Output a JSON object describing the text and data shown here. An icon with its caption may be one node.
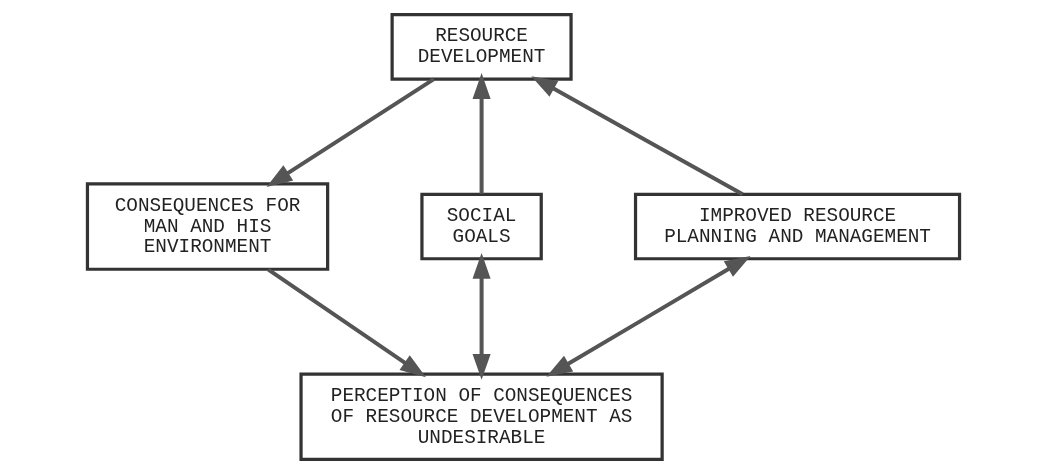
{
  "diagram": {
    "nodes": [
      {
        "text": [
          "RESOURCE DEVELOPMENT"
        ]
      },
      {
        "text": [
          "SOCIAL GOALS"
        ]
      },
      {
        "text": [
          "IMPROVED RESOURCE PLANNING AND MANAGEMENT"
        ]
      },
      {
        "text": [
          "CONSEQUENCES FOR MAN AND HIS ENVIRONMENT"
        ]
      },
      {
        "text": [
          "PERCEPTION OF CONSEQUENCES OF RESOURCE DEVELOPMENT AS UNDESIRABLE"
        ]
      }
    ],
    "edges": [
      {
        "from": 1,
        "to": 0,
        "arrow": "to"
      },
      {
        "from": 2,
        "to": 0,
        "arrow": "to"
      },
      {
        "from": 0,
        "to": 3,
        "arrow": "to"
      },
      {
        "from": 3,
        "to": 4,
        "arrow": "to"
      },
      {
        "from": 1,
        "to": 4,
        "arrow": "both"
      },
      {
        "from": 2,
        "to": 4,
        "arrow": "both"
      }
    ]
  }
}
